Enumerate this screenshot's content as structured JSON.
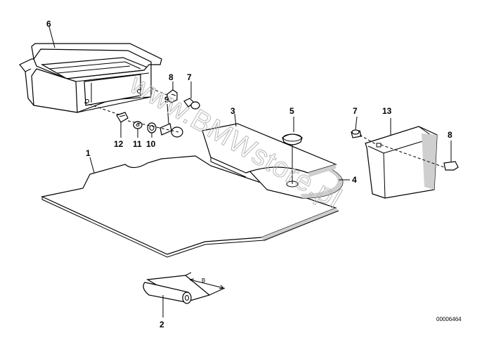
{
  "labels": {
    "part1": "1",
    "part2": "2",
    "part3": "3",
    "part4": "4",
    "part5": "5",
    "part6": "6",
    "part7a": "7",
    "part7b": "7",
    "part8a": "8",
    "part8b": "8",
    "part9": "9",
    "part10": "10",
    "part11": "11",
    "part12": "12",
    "part13": "13"
  },
  "dimension_label": "B",
  "reference_code": "00006464",
  "watermark": "www.BMWstore.pl"
}
